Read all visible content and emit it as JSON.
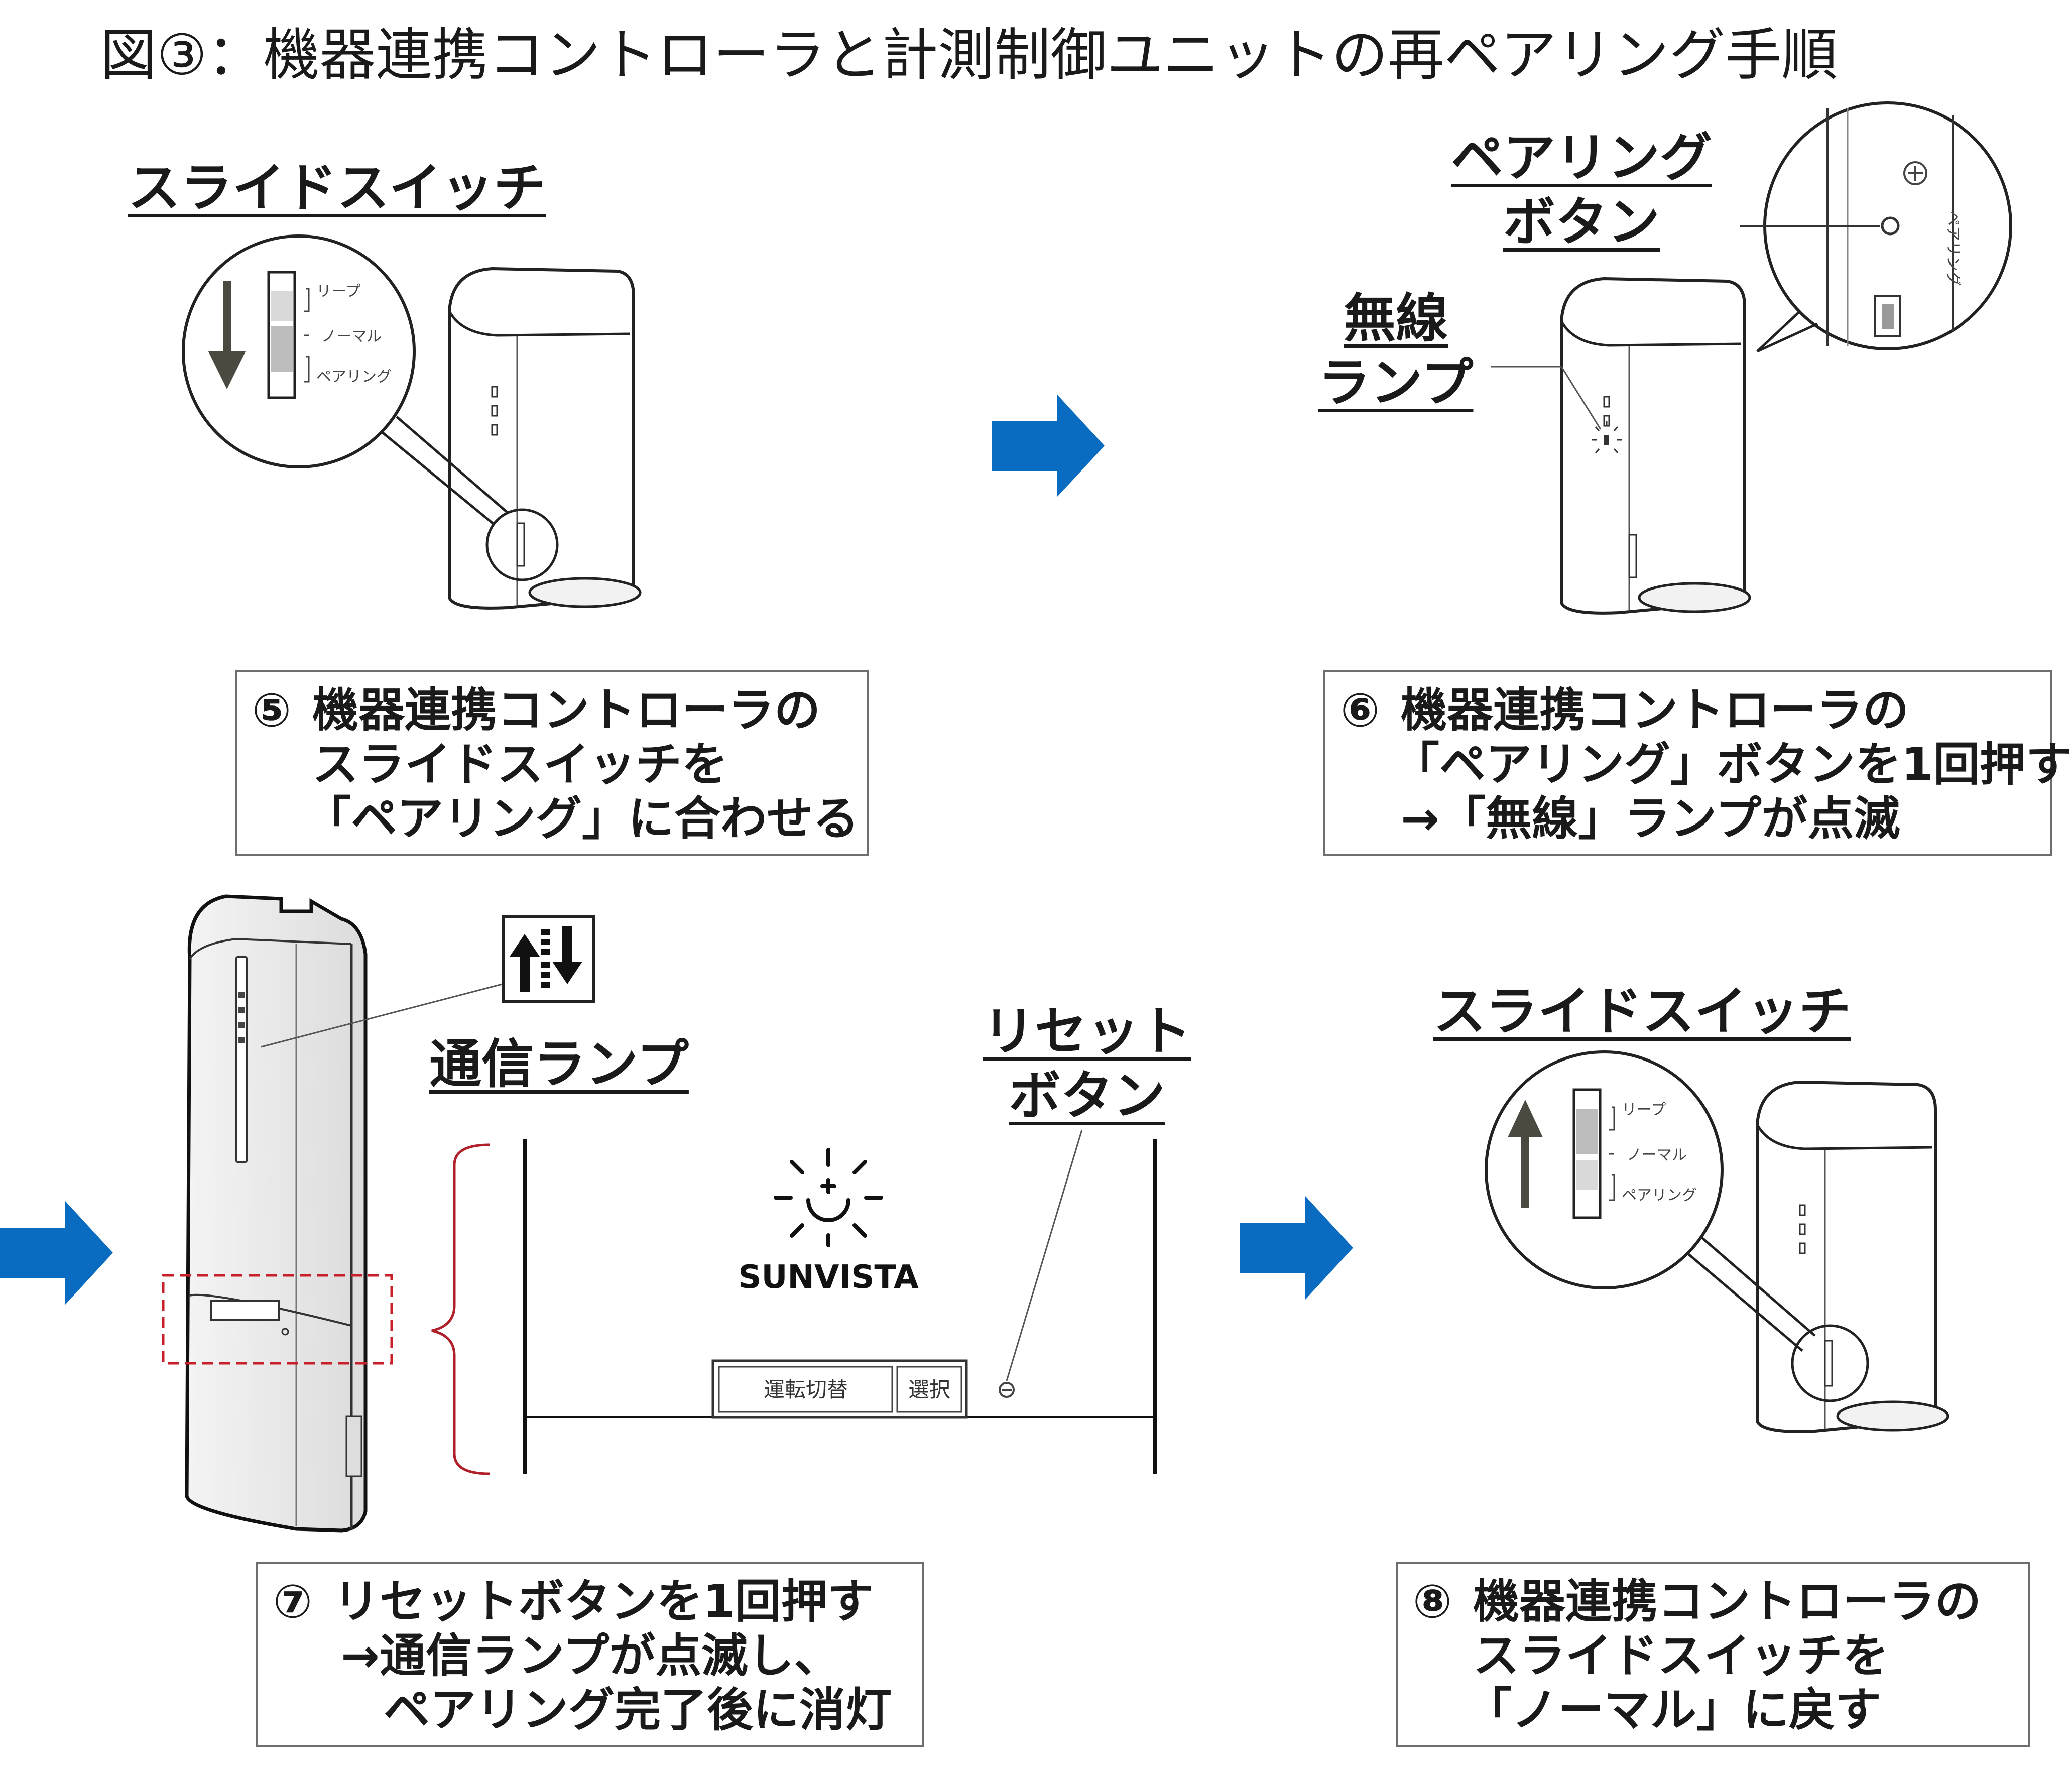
{
  "title": "図③：機器連携コントローラと計測制御ユニットの再ペアリング手順",
  "callouts": {
    "slide_switch_top": "スライドスイッチ",
    "pairing_button_line1": "ペアリング",
    "pairing_button_line2": "ボタン",
    "wireless_lamp_line1": "無線",
    "wireless_lamp_line2": "ランプ",
    "comm_lamp": "通信ランプ",
    "reset_button_line1": "リセット",
    "reset_button_line2": "ボタン",
    "slide_switch_bottom": "スライドスイッチ"
  },
  "switch_positions": [
    "リープ",
    "ノーマル",
    "ペアリング"
  ],
  "brand": "SUNVISTA",
  "panel_buttons": [
    "運転切替",
    "選択"
  ],
  "steps": [
    {
      "number": "⑤",
      "lines": [
        "機器連携コントローラの",
        "スライドスイッチを",
        "「ペアリング」に合わせる"
      ]
    },
    {
      "number": "⑥",
      "lines": [
        "機器連携コントローラの",
        "「ペアリング」ボタンを1回押す",
        "→「無線」ランプが点滅"
      ]
    },
    {
      "number": "⑦",
      "lines": [
        "リセットボタンを1回押す",
        "→通信ランプが点滅し、",
        "ペアリング完了後に消灯"
      ]
    },
    {
      "number": "⑧",
      "lines": [
        "機器連携コントローラの",
        "スライドスイッチを",
        "「ノーマル」に戻す"
      ]
    }
  ],
  "colors": {
    "arrow": "#0a6cc0",
    "dashed_frame": "#c8202a",
    "bracket": "#b0202a",
    "switch_arrow": "#4a4a40"
  }
}
